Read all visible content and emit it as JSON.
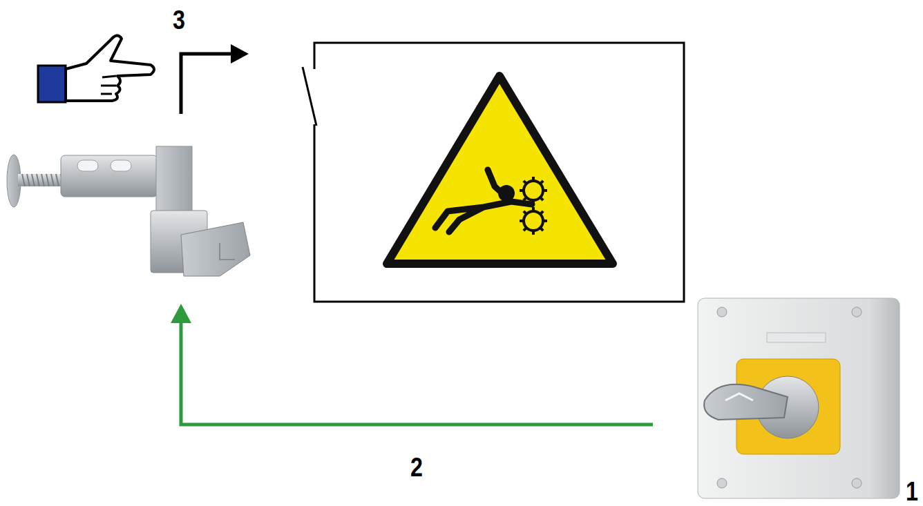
{
  "diagram": {
    "labels": [
      "3",
      "2",
      "1"
    ]
  }
}
